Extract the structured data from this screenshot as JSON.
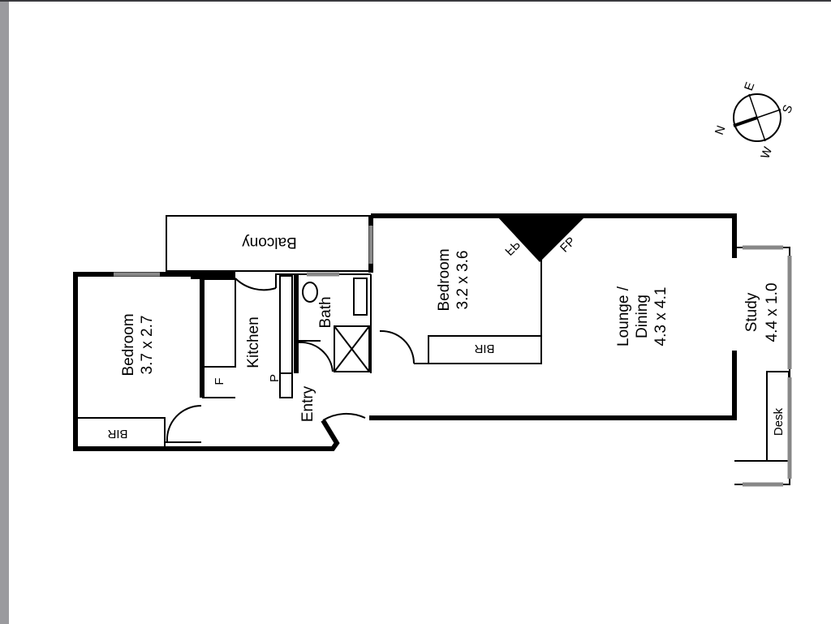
{
  "plan": {
    "rooms": {
      "bedroom1": {
        "name": "Bedroom",
        "size": "3.7 x 2.7"
      },
      "bedroom2": {
        "name": "Bedroom",
        "size": "3.2 x 3.6"
      },
      "lounge": {
        "name1": "Lounge /",
        "name2": "Dining",
        "size": "4.3 x 4.1"
      },
      "study": {
        "name": "Study",
        "size": "4.4 x 1.0"
      },
      "kitchen": "Kitchen",
      "bath": "Bath",
      "entry": "Entry",
      "balcony": "Balcony"
    },
    "labels": {
      "bir1": "BIR",
      "bir2": "BIR",
      "fridge": "F",
      "pantry": "P",
      "fp1": "FP",
      "fp2": "FP",
      "desk": "Desk"
    },
    "compass": {
      "n": "N",
      "e": "E",
      "s": "S",
      "w": "W"
    }
  }
}
